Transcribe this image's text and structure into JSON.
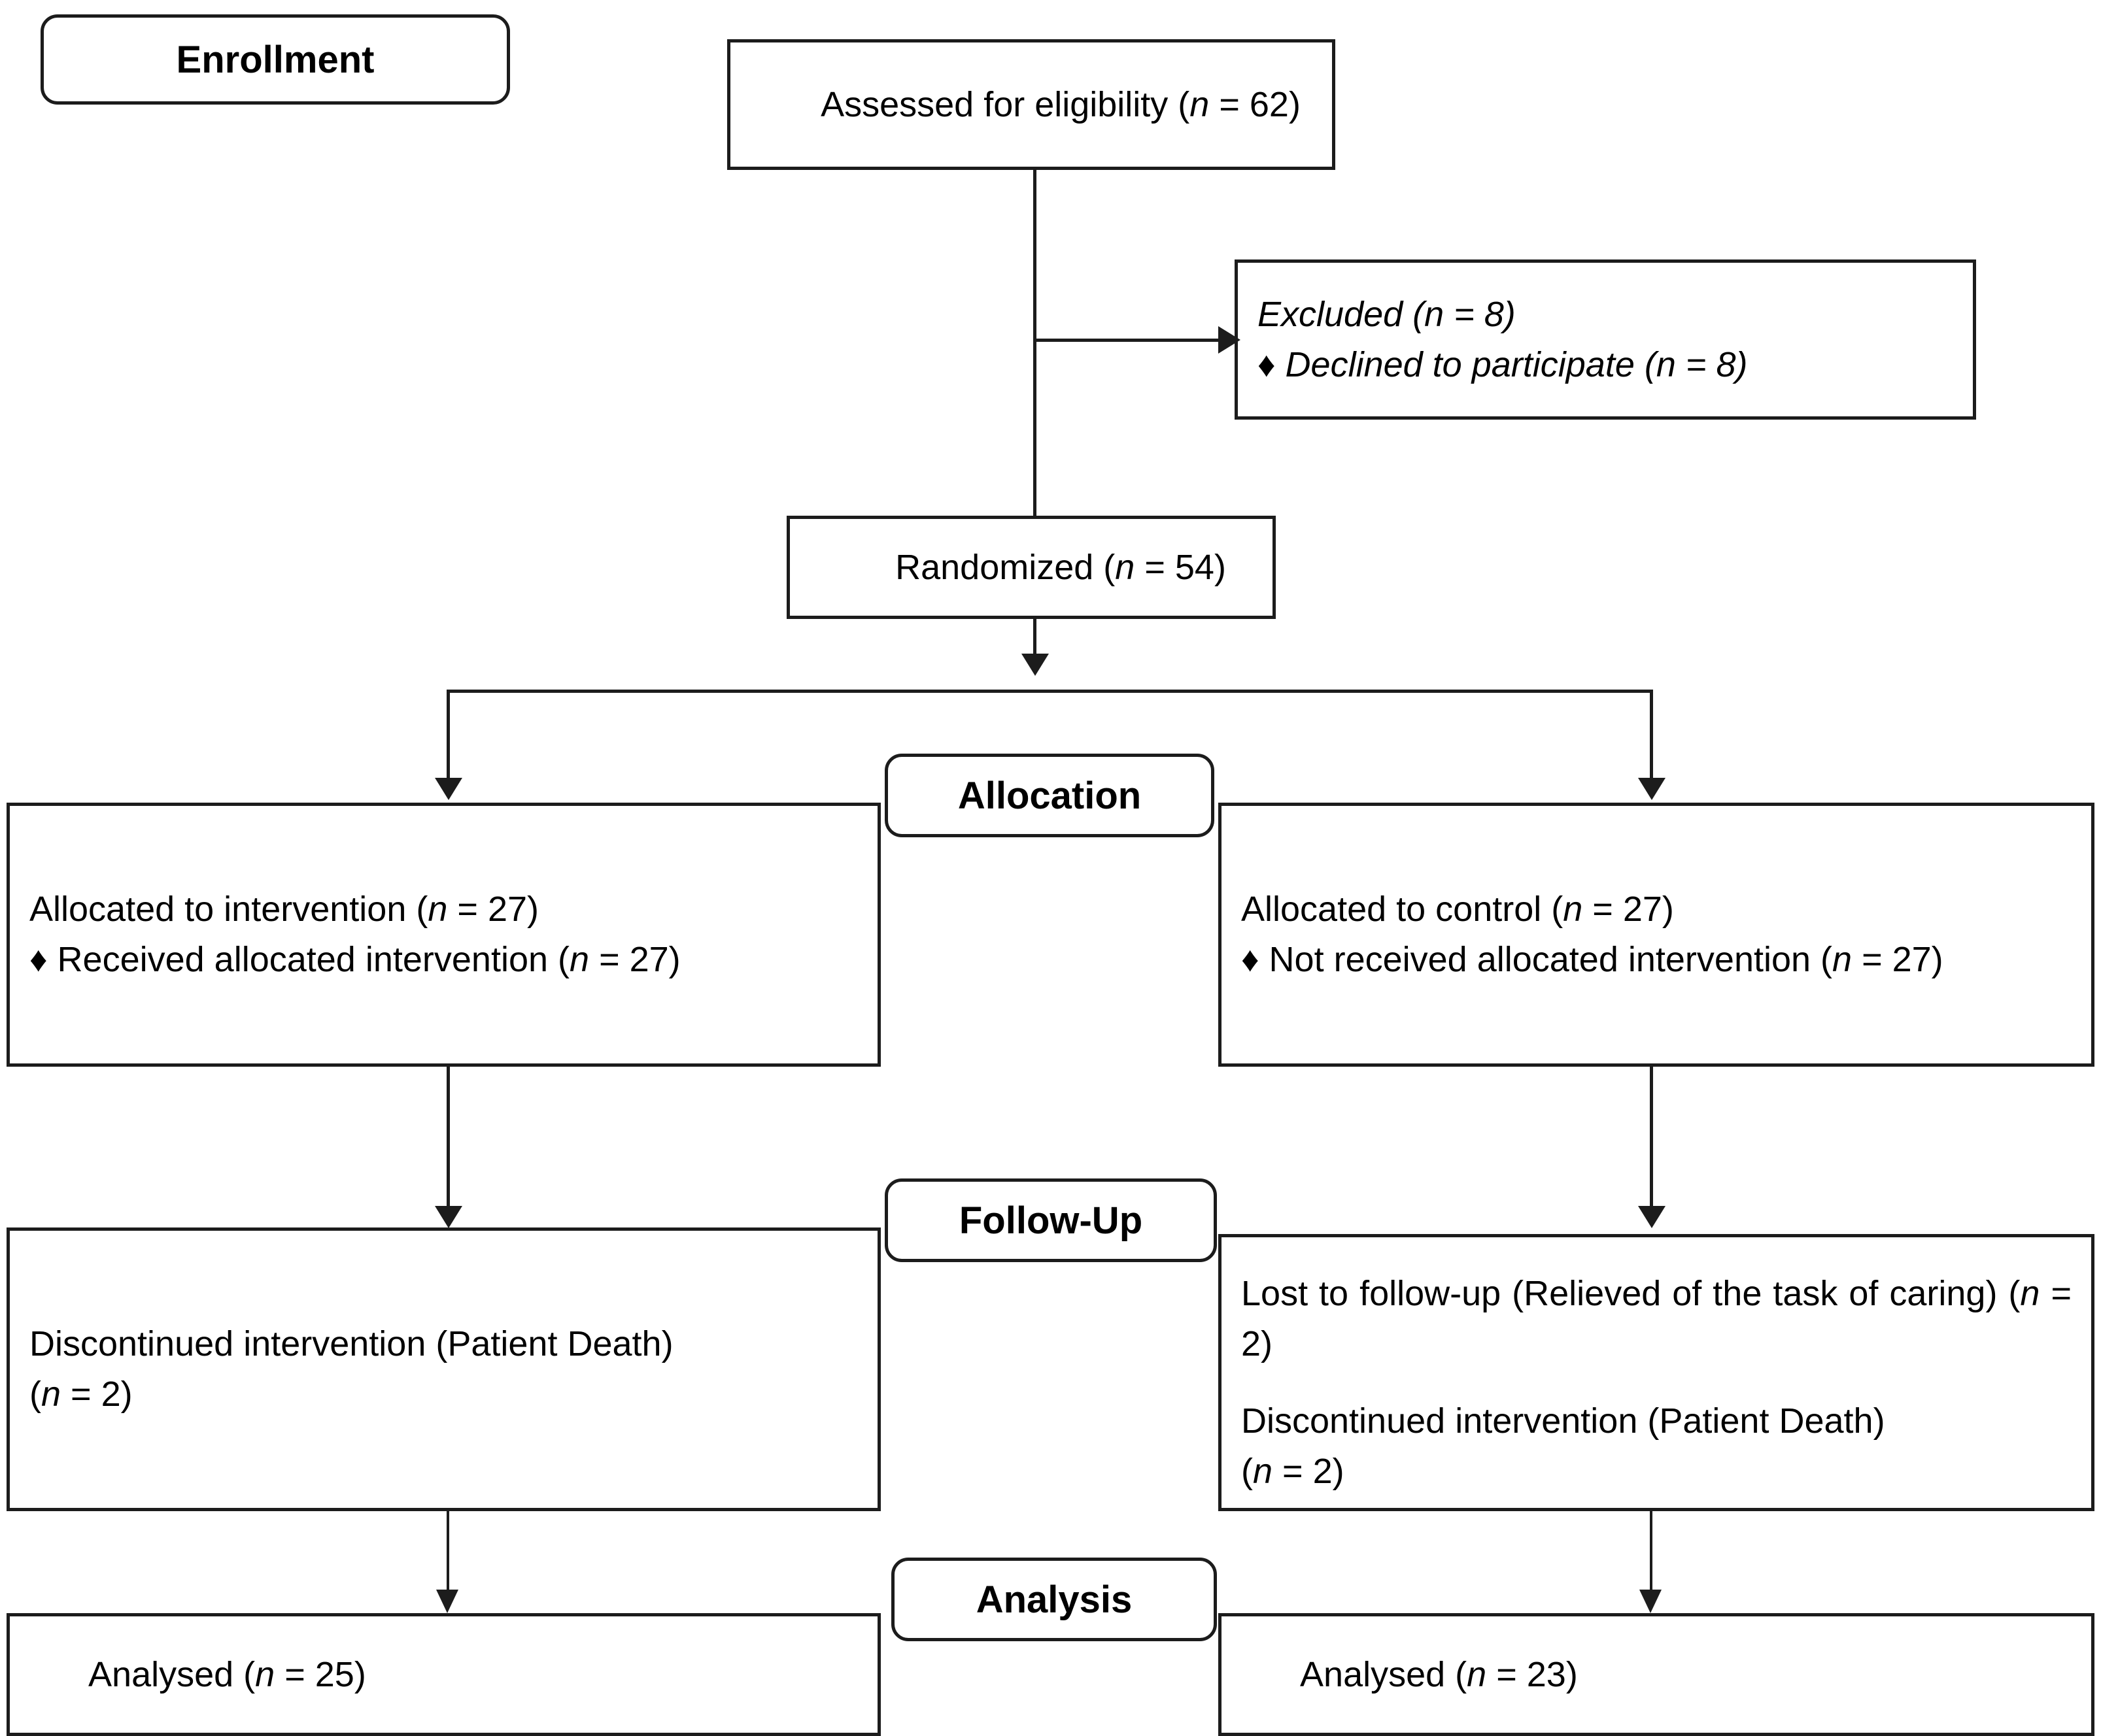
{
  "diagram": {
    "title": "CONSORT participant flow diagram",
    "stage_labels": {
      "enrollment": "Enrollment",
      "allocation": "Allocation",
      "followup": "Follow-Up",
      "analysis": "Analysis"
    },
    "nodes": {
      "assessed": {
        "text": "Assessed for eligibility (n = 62)",
        "n": 62
      },
      "excluded": {
        "line1": "Excluded (n = 8)",
        "line2": "♦ Declined to participate (n = 8)",
        "n": 8,
        "reason_n": 8
      },
      "randomized": {
        "text": "Randomized (n = 54)",
        "n": 54
      },
      "allocated_intervention": {
        "line1": "Allocated to intervention (n = 27)",
        "line2": "♦ Received allocated intervention (n = 27)",
        "n": 27,
        "received_n": 27
      },
      "allocated_control": {
        "line1": "Allocated to control (n = 27)",
        "line2": "♦ Not received allocated intervention (n = 27)",
        "n": 27,
        "not_received_n": 27
      },
      "followup_intervention": {
        "line1": "Discontinued intervention (Patient Death)",
        "line2": "(n = 2)",
        "n": 2
      },
      "followup_control": {
        "para1": "Lost to follow-up (Relieved of the task of caring) (n = 2)",
        "para2_line1": "Discontinued intervention (Patient Death)",
        "para2_line2": "(n = 2)",
        "lost_n": 2,
        "discontinued_n": 2
      },
      "analysed_intervention": {
        "text": "Analysed (n = 25)",
        "n": 25
      },
      "analysed_control": {
        "text": "Analysed (n = 23)",
        "n": 23
      }
    },
    "colors": {
      "stroke": "#1c1c1c",
      "fill": "#ffffff",
      "text": "#000000"
    },
    "icons": {
      "bullet": "♦",
      "arrow_down": "arrow-down-icon",
      "arrow_right": "arrow-right-icon"
    }
  }
}
